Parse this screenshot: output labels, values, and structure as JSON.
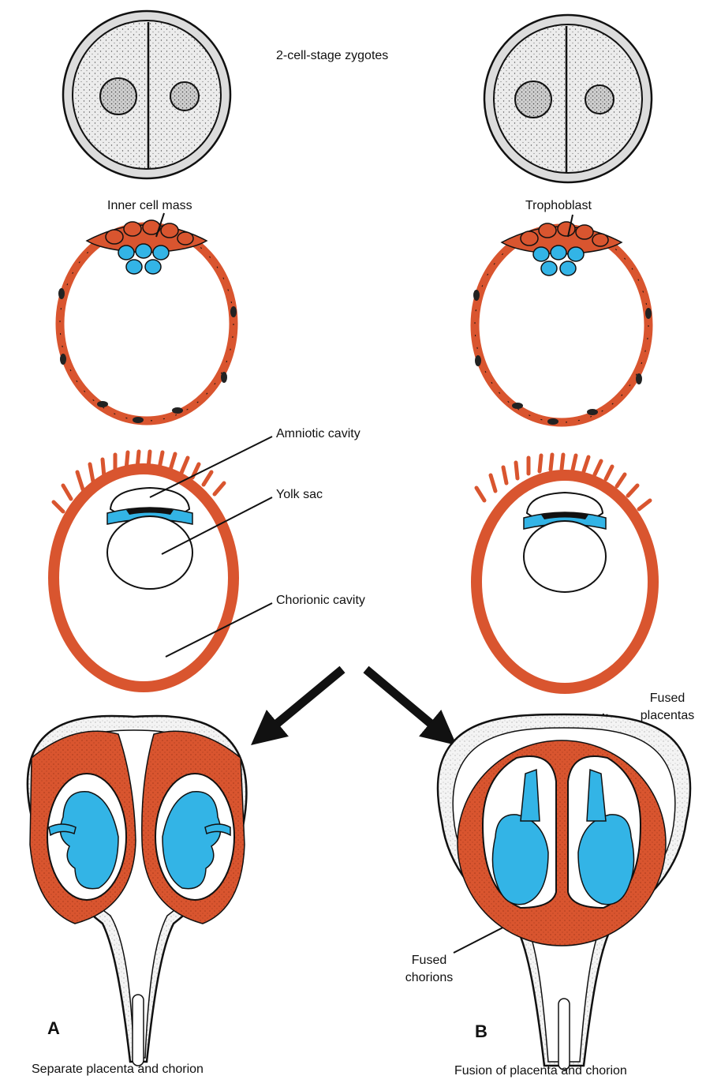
{
  "labels": {
    "two_cell": "2-cell-stage zygotes",
    "inner_cell_mass": "Inner cell mass",
    "trophoblast": "Trophoblast",
    "amniotic_cavity": "Amniotic cavity",
    "yolk_sac": "Yolk sac",
    "chorionic_cavity": "Chorionic cavity",
    "fused_placentas_line1": "Fused",
    "fused_placentas_line2": "placentas",
    "fused_chorions_line1": "Fused",
    "fused_chorions_line2": "chorions",
    "panel_a": "A",
    "panel_b": "B",
    "caption_a": "Separate placenta and chorion",
    "caption_b": "Fusion of placenta and chorion"
  },
  "colors": {
    "trophoblast": "#d9552f",
    "embryo": "#33b4e6",
    "cell_fill": "#ececec",
    "outline": "#111111"
  }
}
